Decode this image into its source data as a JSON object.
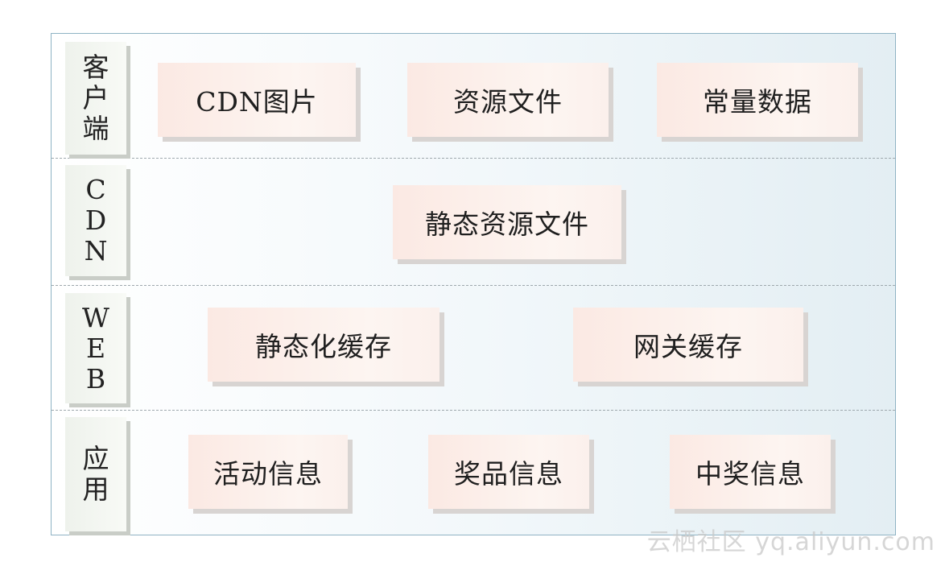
{
  "layers": [
    {
      "label": [
        "客",
        "户",
        "端"
      ],
      "boxes": [
        "CDN图片",
        "资源文件",
        "常量数据"
      ]
    },
    {
      "label": [
        "C",
        "D",
        "N"
      ],
      "boxes": [
        "静态资源文件"
      ]
    },
    {
      "label": [
        "W",
        "E",
        "B"
      ],
      "boxes": [
        "静态化缓存",
        "网关缓存"
      ]
    },
    {
      "label": [
        "应",
        "用"
      ],
      "boxes": [
        "活动信息",
        "奖品信息",
        "中奖信息"
      ]
    }
  ],
  "watermark": "云栖社区 yq.aliyun.com"
}
